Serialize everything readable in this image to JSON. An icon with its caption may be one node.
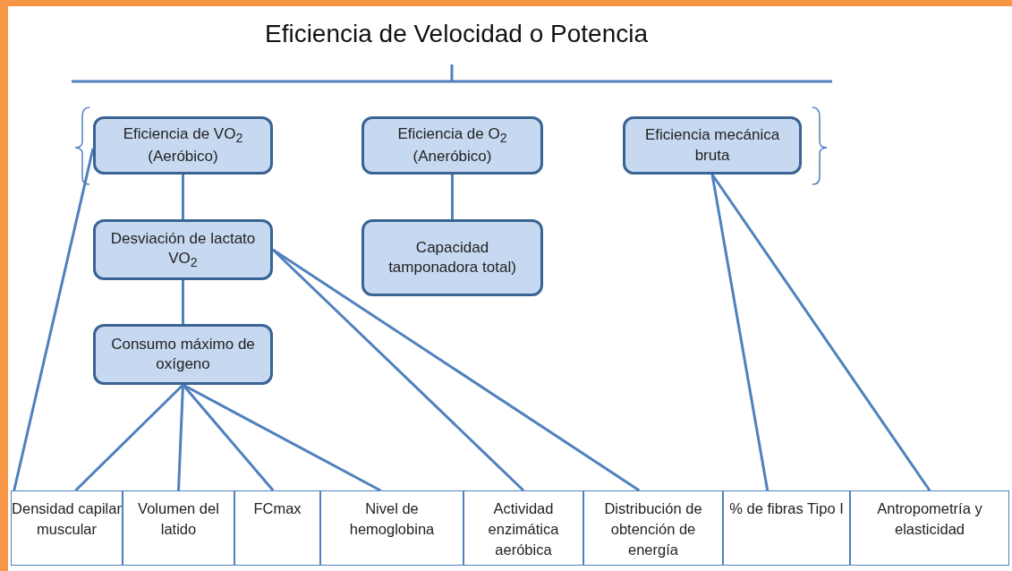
{
  "diagram": {
    "title": "Eficiencia de Velocidad o Potencia",
    "nodes": [
      {
        "text": [
          "Eficiencia de VO$_{2}$ (Aeróbico)"
        ]
      },
      {
        "text": [
          "Eficiencia de O$_{2}$ (Aneróbico)"
        ]
      },
      {
        "text": [
          "Eficiencia mecánica bruta"
        ]
      },
      {
        "text": [
          "Desviación de lactato VO$_{2}$"
        ]
      },
      {
        "text": [
          "Capacidad tamponadora total)"
        ]
      },
      {
        "text": [
          "Consumo máximo de oxígeno"
        ]
      },
      {
        "text": [
          "Densidad capilar muscular"
        ]
      },
      {
        "text": [
          "Volumen del latido"
        ]
      },
      {
        "text": [
          "FCmax"
        ]
      },
      {
        "text": [
          "Nivel de hemoglobina"
        ]
      },
      {
        "text": [
          "Actividad enzimática aeróbica"
        ]
      },
      {
        "text": [
          "Distribución de obtención de energía"
        ]
      },
      {
        "text": [
          "% de fibras Tipo I"
        ]
      },
      {
        "text": [
          "Antropometría y elasticidad"
        ]
      }
    ],
    "edges": [
      {
        "from": 0,
        "to": 3,
        "arrow": "none"
      },
      {
        "from": 3,
        "to": 5,
        "arrow": "none"
      },
      {
        "from": 1,
        "to": 4,
        "arrow": "none"
      },
      {
        "from": 0,
        "to": 6,
        "arrow": "none"
      },
      {
        "from": 5,
        "to": 6,
        "arrow": "none"
      },
      {
        "from": 5,
        "to": 7,
        "arrow": "none"
      },
      {
        "from": 5,
        "to": 8,
        "arrow": "none"
      },
      {
        "from": 5,
        "to": 9,
        "arrow": "none"
      },
      {
        "from": 3,
        "to": 10,
        "arrow": "none"
      },
      {
        "from": 3,
        "to": 11,
        "arrow": "none"
      },
      {
        "from": 2,
        "to": 12,
        "arrow": "none"
      },
      {
        "from": 2,
        "to": 13,
        "arrow": "none"
      }
    ]
  }
}
